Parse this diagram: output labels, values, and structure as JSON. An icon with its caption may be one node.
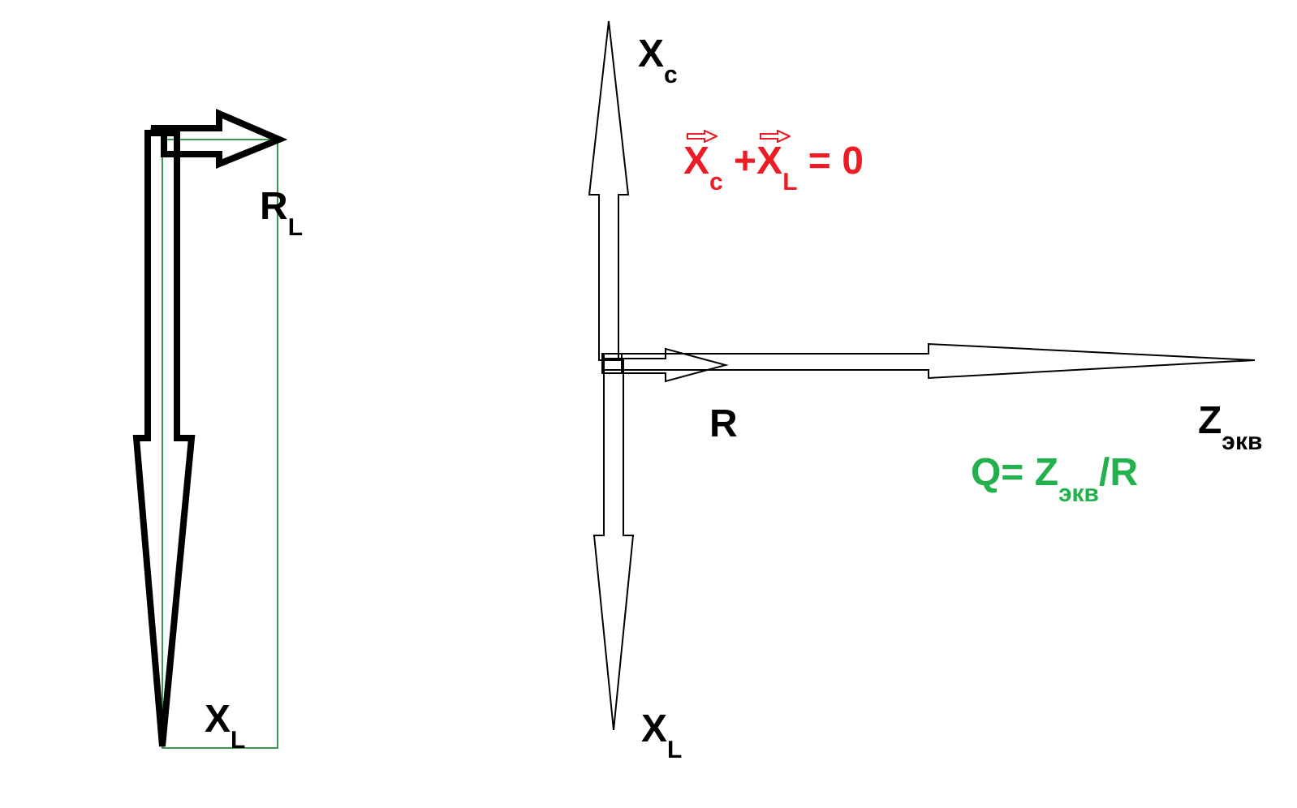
{
  "diagram": {
    "labels": [
      "X$_{c}$",
      "X$_{c}$ +X$_{L}$ = 0",
      "R$_{L}$",
      "R",
      "Z$_{экв}$",
      "Q= Z$_{экв}$/R",
      "X$_{L}$",
      "X$_{L}$"
    ]
  }
}
